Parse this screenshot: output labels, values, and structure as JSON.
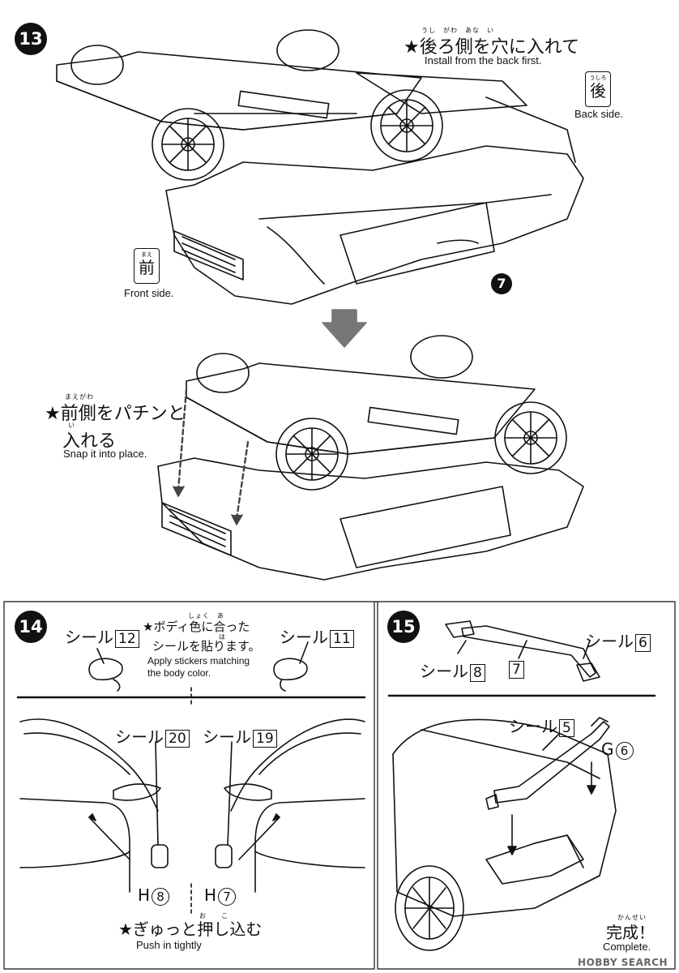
{
  "step13": {
    "number": "13",
    "top_ruby": "うし　がわ　あな　い",
    "top_jp": "★後ろ側を穴に入れて",
    "top_en": "Install from the back first.",
    "back_box_ruby": "うしろ",
    "back_box_kanji": "後",
    "back_en": "Back side.",
    "front_box_ruby": "まえ",
    "front_box_kanji": "前",
    "front_en": "Front side.",
    "part_marker": "7",
    "snap_ruby": "まえがわ",
    "snap_jp_1": "★前側をパチンと",
    "snap_ruby_2": "い",
    "snap_jp_2": "入れる",
    "snap_en": "Snap it into place."
  },
  "step14": {
    "number": "14",
    "sticker_label": "シール",
    "sticker_left_no": "12",
    "sticker_right_no": "11",
    "center_ruby": "しょく　あ",
    "center_jp_1": "★ボディ色に合った",
    "center_ruby_2": "は",
    "center_jp_2": "シールを貼ります。",
    "center_en_1": "Apply stickers matching",
    "center_en_2": "the body color.",
    "sticker_20": "20",
    "sticker_19": "19",
    "part_h_left_letter": "H",
    "part_h_left_no": "8",
    "part_h_right_letter": "H",
    "part_h_right_no": "7",
    "push_ruby": "お　　こ",
    "push_jp": "★ぎゅっと押し込む",
    "push_en": "Push in tightly"
  },
  "step15": {
    "number": "15",
    "sticker_label": "シール",
    "sticker_6": "6",
    "sticker_8": "8",
    "part_7": "7",
    "sticker_5": "5",
    "part_g_letter": "G",
    "part_g_no": "6",
    "complete_ruby": "かんせい",
    "complete_jp": "完成！",
    "complete_en": "Complete."
  },
  "footer": {
    "logo": "HOBBY SEARCH"
  }
}
